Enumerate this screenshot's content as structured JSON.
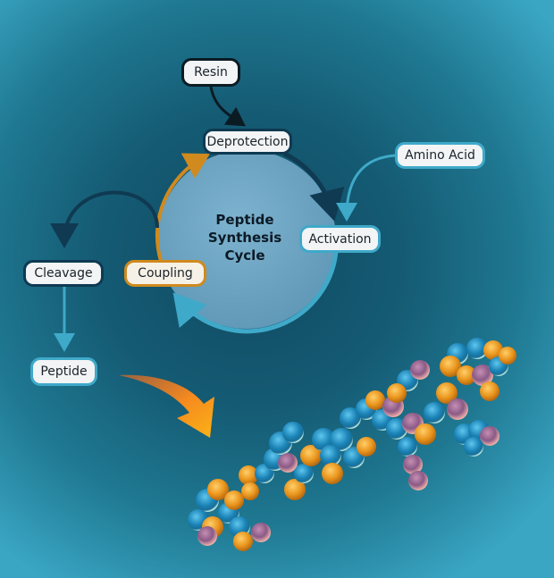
{
  "diagram": {
    "title_lines": [
      "Peptide",
      "Synthesis",
      "Cycle"
    ],
    "nodes": {
      "resin": "Resin",
      "deprotection": "Deprotection",
      "amino_acid": "Amino Acid",
      "activation": "Activation",
      "coupling": "Coupling",
      "cleavage": "Cleavage",
      "peptide": "Peptide"
    },
    "edges": [
      {
        "from": "Resin",
        "to": "Deprotection",
        "color": "#0b1b24"
      },
      {
        "from": "Deprotection",
        "to": "Activation",
        "color": "#0f3a52"
      },
      {
        "from": "Amino Acid",
        "to": "Activation",
        "color": "#3fa9c9"
      },
      {
        "from": "Activation",
        "to": "Coupling",
        "color": "#3fa9c9"
      },
      {
        "from": "Coupling",
        "to": "Deprotection",
        "color": "#d08a1e"
      },
      {
        "from": "Coupling",
        "to": "Cleavage",
        "color": "#0f3a52"
      },
      {
        "from": "Cleavage",
        "to": "Peptide",
        "color": "#3fa9c9"
      }
    ],
    "illustration": "3d-peptide-molecule",
    "colors": {
      "circle_fill": "#6fa6c4",
      "accent_orange": "#f5a31a",
      "atom_blue": "#1f8fc0",
      "atom_orange": "#e8921c",
      "atom_pink": "#d9889a"
    }
  }
}
